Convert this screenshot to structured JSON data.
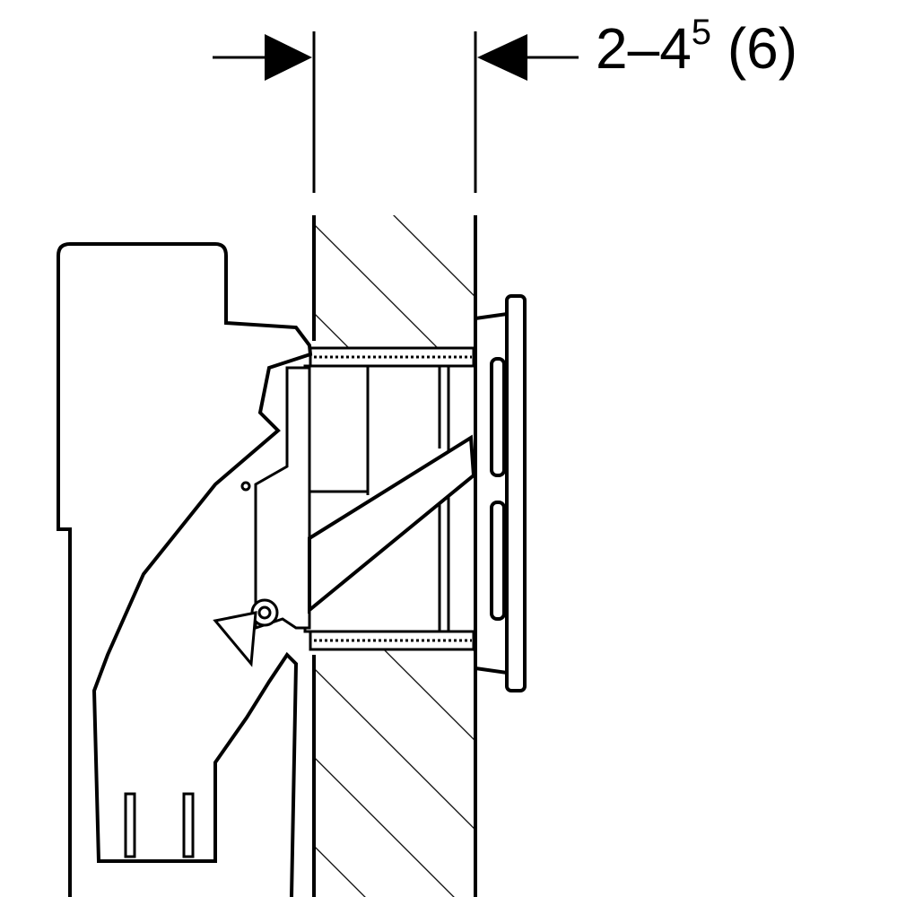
{
  "dimension": {
    "range": "2–4",
    "superscript": "5",
    "alternate": "(6)"
  },
  "colors": {
    "stroke": "#000000",
    "background": "#ffffff"
  }
}
